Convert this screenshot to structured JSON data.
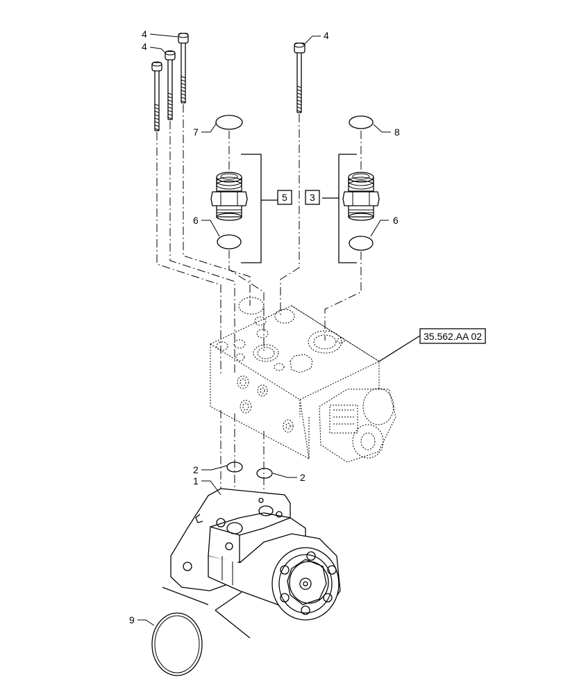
{
  "callouts": {
    "c1": "1",
    "c2a": "2",
    "c2b": "2",
    "c3": "3",
    "c4a": "4",
    "c4b": "4",
    "c4c": "4",
    "c5": "5",
    "c6a": "6",
    "c6b": "6",
    "c7": "7",
    "c8": "8",
    "c9": "9"
  },
  "reference": "35.562.AA 02"
}
